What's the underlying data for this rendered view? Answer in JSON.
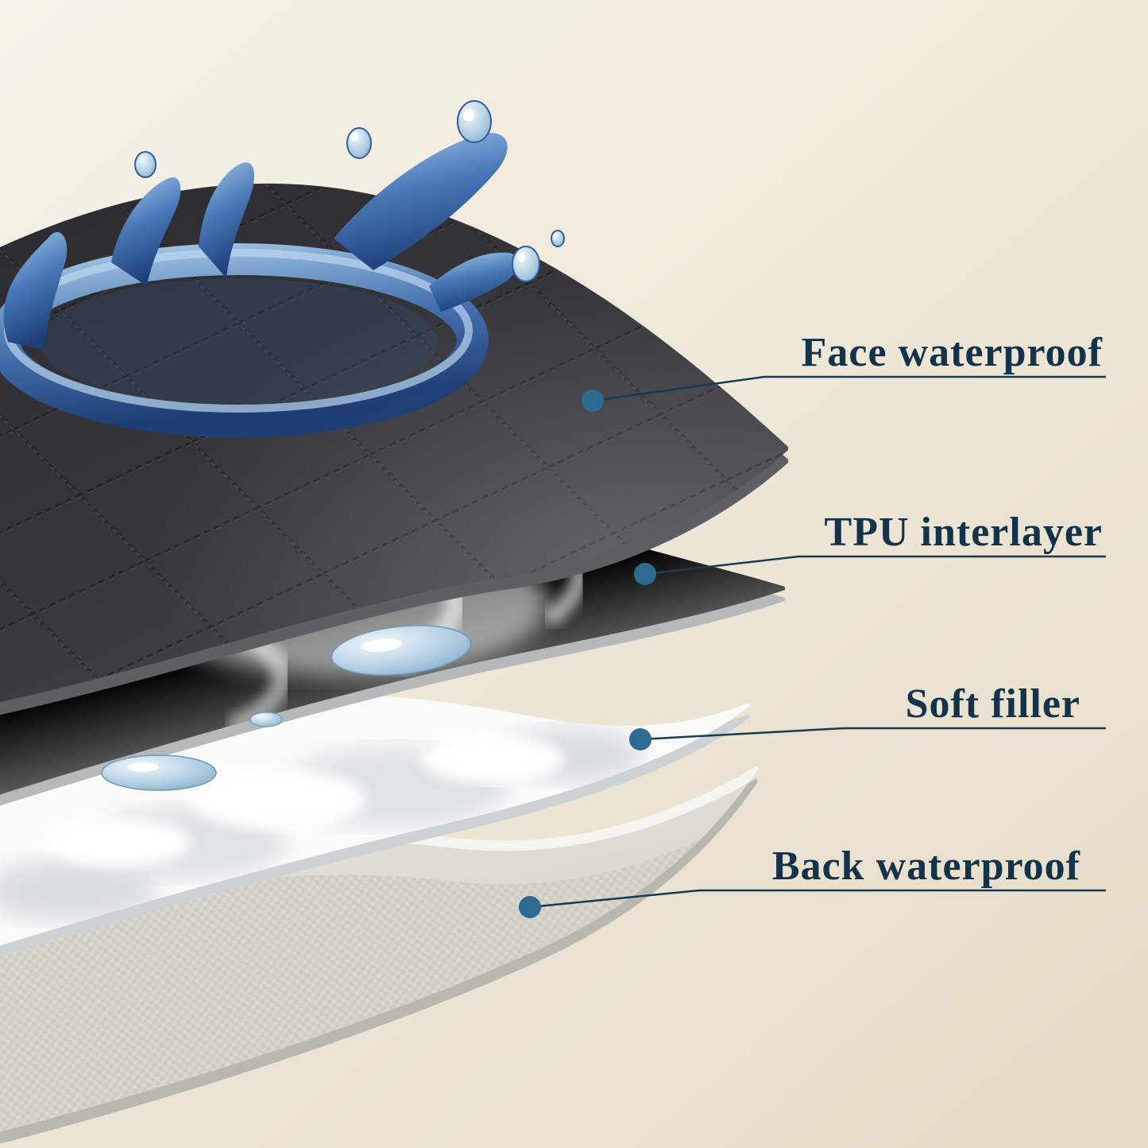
{
  "figure": {
    "type": "product-layer-diagram",
    "callouts": [
      {
        "label": "Face waterproof"
      },
      {
        "label": "TPU interlayer"
      },
      {
        "label": "Soft filler"
      },
      {
        "label": "Back waterproof"
      }
    ],
    "colors": {
      "background_top": "#f6f2e9",
      "background_bottom": "#e7dcc8",
      "label_text": "#13334a",
      "leader_line": "#1a3a52",
      "callout_dot": "#2e6b90",
      "face_layer": "#35353a",
      "splash_blue": "#3a6db3",
      "tpu_layer": "#eceeea",
      "soft_filler": "#fafaf9",
      "back_layer": "#d8d6cd"
    }
  }
}
